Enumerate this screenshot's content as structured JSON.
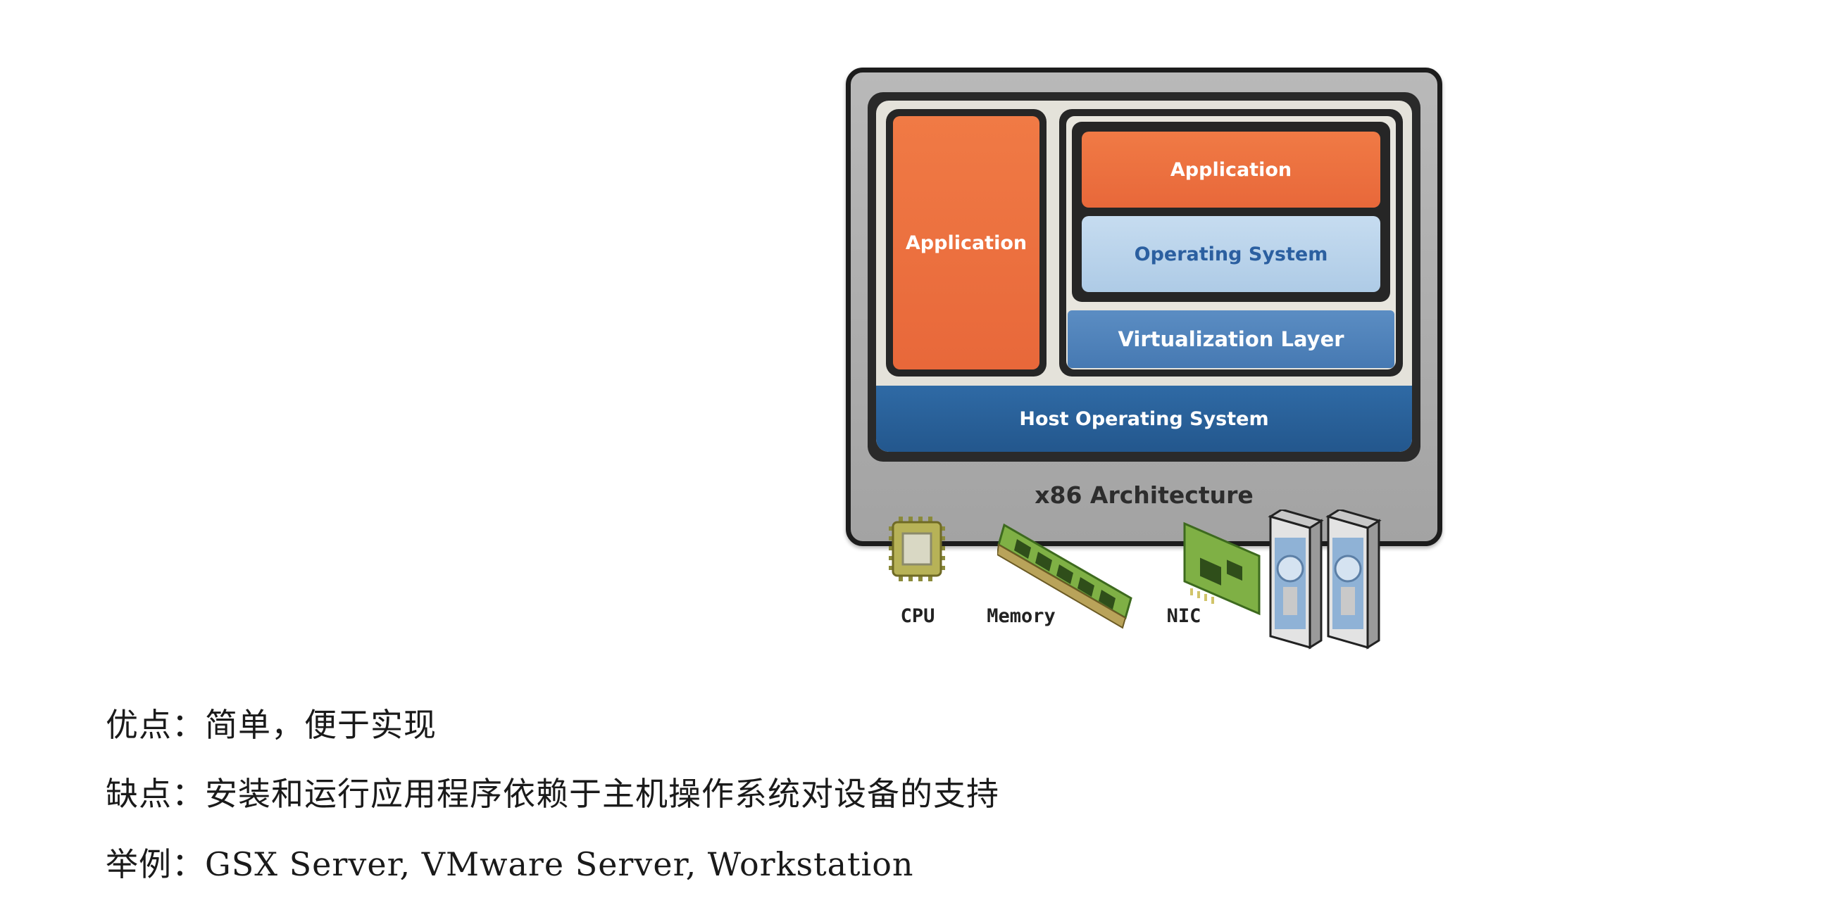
{
  "diagram": {
    "left_application": "Application",
    "vm_application": "Application",
    "guest_os": "Operating System",
    "virtualization_layer": "Virtualization Layer",
    "host_os": "Host Operating System",
    "architecture": "x86 Architecture",
    "hardware": [
      "CPU",
      "Memory",
      "NIC"
    ]
  },
  "notes": {
    "pros": "优点：简单，便于实现",
    "cons": "缺点：安装和运行应用程序依赖于主机操作系统对设备的支持",
    "examples": "举例：GSX Server, VMware Server, Workstation"
  }
}
